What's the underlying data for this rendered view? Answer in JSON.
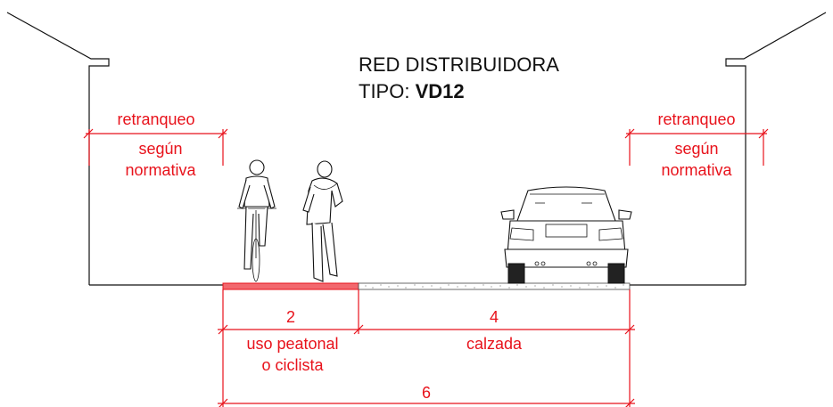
{
  "title": {
    "line1": "RED DISTRIBUIDORA",
    "line2_prefix": "TIPO: ",
    "line2_code": "VD12"
  },
  "setback_left": {
    "label": "retranqueo",
    "note_line1": "según",
    "note_line2": "normativa"
  },
  "setback_right": {
    "label": "retranqueo",
    "note_line1": "según",
    "note_line2": "normativa"
  },
  "dimensions": {
    "pedestrian_width": "2",
    "pedestrian_label_line1": "uso peatonal",
    "pedestrian_label_line2": "o ciclista",
    "roadway_width": "4",
    "roadway_label": "calzada",
    "total_width": "6"
  },
  "colors": {
    "annotation": "#e8121b",
    "bike_lane_fill": "#f2686e",
    "line": "#111111"
  },
  "icons": [
    "cyclist-icon",
    "pedestrian-icon",
    "car-icon"
  ]
}
